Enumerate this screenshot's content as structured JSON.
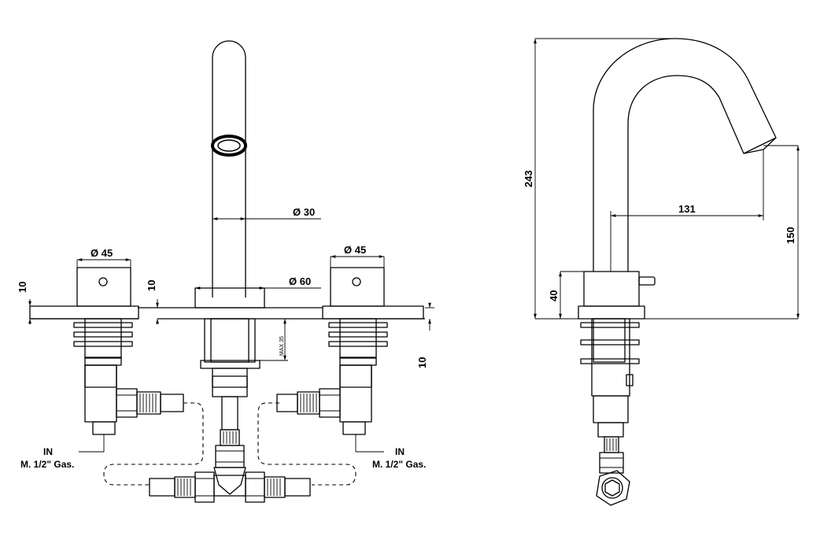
{
  "front_view": {
    "spout_diameter": "Ø 30",
    "base_diameter": "Ø 60",
    "handle_left_diameter": "Ø 45",
    "handle_right_diameter": "Ø 45",
    "handle_left_height": "10",
    "spout_base_height": "10",
    "right_deck_thickness": "10",
    "max_deck": "MAX 35",
    "inlet_left_label": "IN",
    "inlet_left_thread": "M. 1/2\" Gas.",
    "inlet_right_label": "IN",
    "inlet_right_thread": "M. 1/2\" Gas."
  },
  "side_view": {
    "total_height": "243",
    "spout_reach": "131",
    "outlet_height": "150",
    "base_height": "40"
  }
}
